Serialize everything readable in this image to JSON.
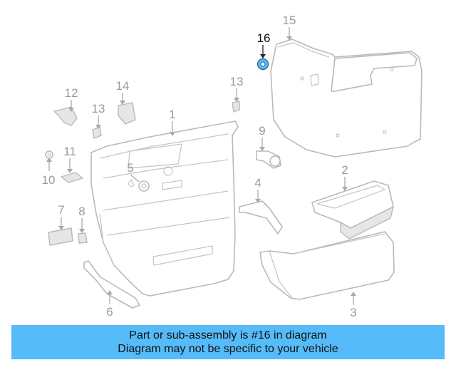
{
  "diagram": {
    "callouts": [
      "1",
      "2",
      "3",
      "4",
      "5",
      "6",
      "7",
      "8",
      "9",
      "10",
      "11",
      "12",
      "13",
      "13",
      "14",
      "15",
      "16"
    ],
    "highlighted_part": "16",
    "highlight_color": "#56bcf9",
    "line_color": "#b9b9b9"
  },
  "footer": {
    "line1": "Part or sub-assembly is #16 in diagram",
    "line2": "Diagram may not be specific to your vehicle",
    "background": "#56bcf9"
  }
}
